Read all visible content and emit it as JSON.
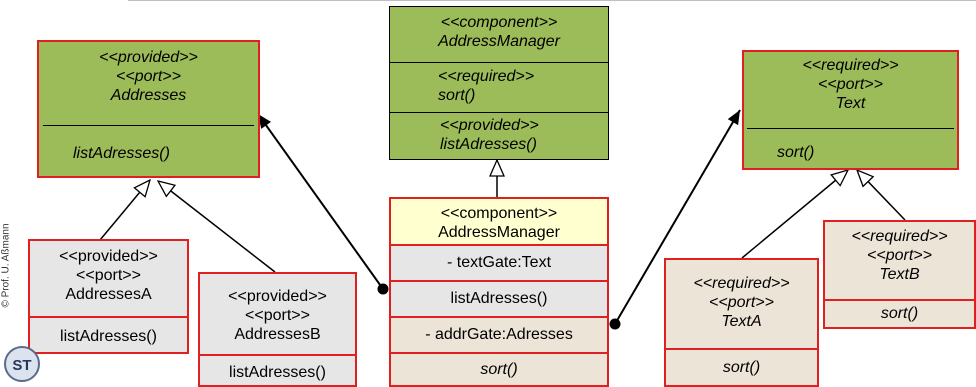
{
  "addresses_port": {
    "stereo1": "<<provided>>",
    "stereo2": "<<port>>",
    "name": "Addresses",
    "op": "listAdresses()"
  },
  "address_manager_spec": {
    "stereo": "<<component>>",
    "name": "AddressManager",
    "req_stereo": "<<required>>",
    "req_op": "sort()",
    "prov_stereo": "<<provided>>",
    "prov_op": "listAdresses()"
  },
  "text_port": {
    "stereo1": "<<required>>",
    "stereo2": "<<port>>",
    "name": "Text",
    "op": "sort()"
  },
  "addresses_a": {
    "stereo1": "<<provided>>",
    "stereo2": "<<port>>",
    "name": "AddressesA",
    "op": "listAdresses()"
  },
  "addresses_b": {
    "stereo1": "<<provided>>",
    "stereo2": "<<port>>",
    "name": "AddressesB",
    "op": "listAdresses()"
  },
  "address_manager_impl": {
    "stereo": "<<component>>",
    "name": "AddressManager",
    "attr1": "- textGate:Text",
    "op1": "listAdresses()",
    "attr2": "- addrGate:Adresses",
    "op2": "sort()"
  },
  "text_a": {
    "stereo1": "<<required>>",
    "stereo2": "<<port>>",
    "name": "TextA",
    "op": "sort()"
  },
  "text_b": {
    "stereo1": "<<required>>",
    "stereo2": "<<port>>",
    "name": "TextB",
    "op": "sort()"
  },
  "copyright": "© Prof. U. Aßmann",
  "logo": {
    "text": "ST"
  },
  "colors": {
    "green": "#9cbb59",
    "grey": "#e6e6e6",
    "beige": "#ede4d8",
    "yellow": "#ffffd0",
    "border_red": "#e02020"
  }
}
